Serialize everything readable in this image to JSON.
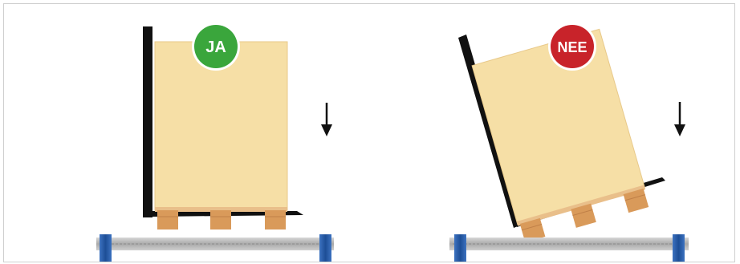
{
  "panels": [
    {
      "id": "correct",
      "badge": {
        "label": "JA",
        "color": "#3aa63c"
      }
    },
    {
      "id": "incorrect",
      "badge": {
        "label": "NEE",
        "color": "#c8232a"
      }
    }
  ],
  "colors": {
    "load": "#f6dfa6",
    "load_edge": "#e8c98a",
    "pallet_wood": "#e2b07a",
    "pallet_block": "#d99a5a",
    "fork_plate": "#111111",
    "arrow": "#111111",
    "beam": "#b9b9b9",
    "beam_upright": "#2a5ea8"
  },
  "icons": {
    "direction": "arrow-down-icon"
  }
}
